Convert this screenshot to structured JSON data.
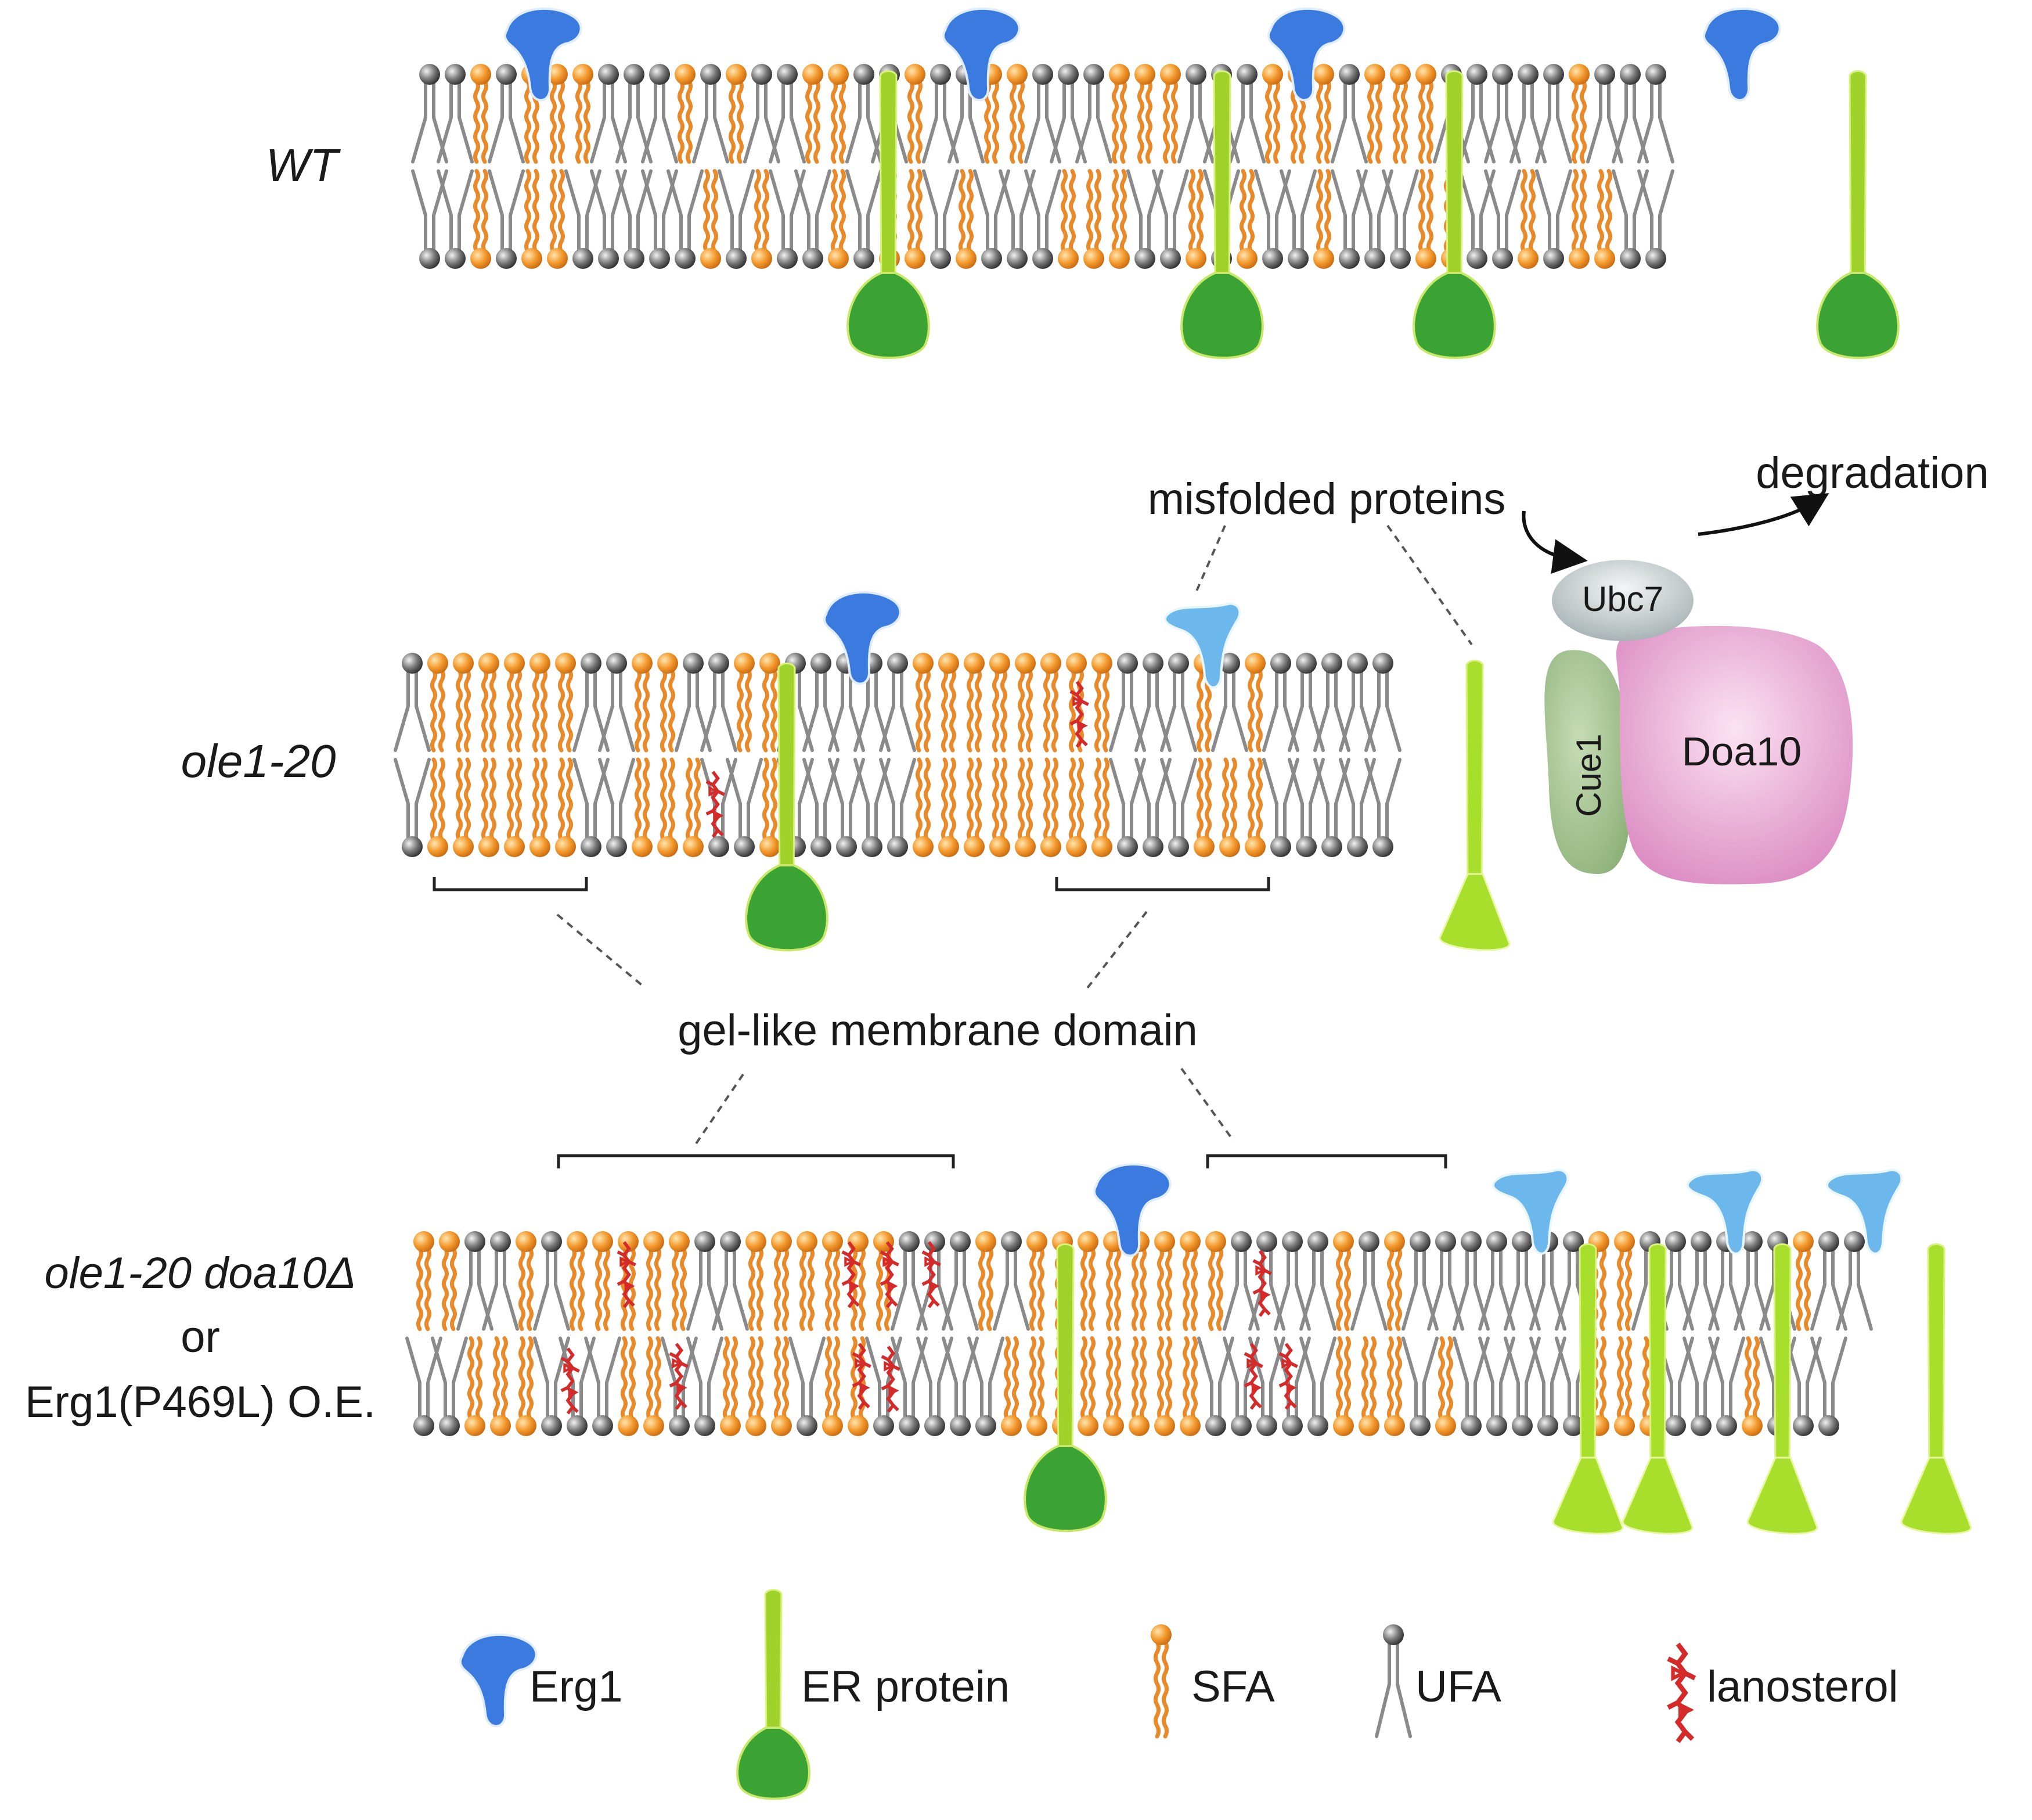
{
  "rows": {
    "wt": {
      "label": "WT"
    },
    "ole1": {
      "label": "ole1-20"
    },
    "ole1_doa10": {
      "label_line1": "ole1-20 doa10Δ",
      "label_line2": "or",
      "label_line3": "Erg1(P469L) O.E."
    }
  },
  "annotations": {
    "misfolded_proteins": "misfolded proteins",
    "degradation": "degradation",
    "gel_like_domain": "gel-like membrane domain"
  },
  "complex": {
    "ubc7": "Ubc7",
    "cue1": "Cue1",
    "doa10": "Doa10"
  },
  "legend": [
    {
      "key": "erg1",
      "label": "Erg1"
    },
    {
      "key": "er_protein",
      "label": "ER protein"
    },
    {
      "key": "sfa",
      "label": "SFA"
    },
    {
      "key": "ufa",
      "label": "UFA"
    },
    {
      "key": "lanosterol",
      "label": "lanosterol"
    }
  ],
  "colors": {
    "sfa_head": "#f39a2e",
    "sfa_tail": "#e8892a",
    "ufa_head": "#6e6e6e",
    "ufa_tail": "#8a8a8a",
    "erg1": "#3b7be0",
    "erg1_misfolded": "#6cb8ec",
    "er_protein": "#3aa334",
    "er_protein_misfolded": "#a8de2c",
    "lanosterol": "#d42a2a",
    "doa10": "#e39acb",
    "cue1": "#9fbf8c",
    "ubc7": "#b8c2c4"
  }
}
